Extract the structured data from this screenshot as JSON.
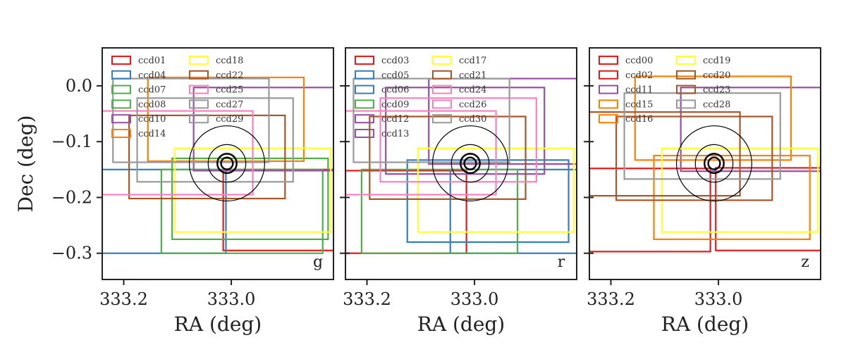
{
  "chart_data": [
    {
      "type": "rectangles",
      "band": "g",
      "xlabel": "RA (deg)",
      "ylabel": "Dec (deg)",
      "xlim": [
        333.24,
        332.81
      ],
      "ylim": [
        -0.347,
        0.068
      ],
      "xticks": [
        333.2,
        333.0
      ],
      "xtick_labels": [
        "333.2",
        "333.0"
      ],
      "yticks": [
        0.0,
        -0.1,
        -0.2,
        -0.3
      ],
      "ytick_labels": [
        "0.0",
        "−0.1",
        "−0.2",
        "−0.3"
      ],
      "legend_position": "top-left",
      "circles": {
        "center": [
          333.008,
          -0.139
        ],
        "radii": [
          0.011,
          0.018,
          0.035,
          0.07
        ]
      },
      "ccds": [
        {
          "name": "ccd01",
          "color": "#e41a1c",
          "x0": 333.015,
          "x1": 332.77,
          "y0": -0.295,
          "y1": -0.15
        },
        {
          "name": "ccd04",
          "color": "#377eb8",
          "x0": 333.24,
          "x1": 333.01,
          "y0": -0.3,
          "y1": -0.15
        },
        {
          "name": "ccd07",
          "color": "#4daf4a",
          "x0": 333.13,
          "x1": 332.83,
          "y0": -0.3,
          "y1": -0.15
        },
        {
          "name": "ccd08",
          "color": "#4daf4a",
          "x0": 333.11,
          "x1": 332.82,
          "y0": -0.275,
          "y1": -0.13
        },
        {
          "name": "ccd10",
          "color": "#984ea3",
          "x0": 333.07,
          "x1": 332.7,
          "y0": -0.152,
          "y1": -0.003
        },
        {
          "name": "ccd14",
          "color": "#ff7f00",
          "x0": 333.155,
          "x1": 332.865,
          "y0": -0.135,
          "y1": 0.015
        },
        {
          "name": "ccd18",
          "color": "#ffff33",
          "x0": 333.105,
          "x1": 332.815,
          "y0": -0.262,
          "y1": -0.112
        },
        {
          "name": "ccd22",
          "color": "#a65628",
          "x0": 333.19,
          "x1": 332.9,
          "y0": -0.202,
          "y1": -0.053
        },
        {
          "name": "ccd25",
          "color": "#f781bf",
          "x0": 333.24,
          "x1": 332.96,
          "y0": -0.195,
          "y1": -0.045
        },
        {
          "name": "ccd27",
          "color": "#999999",
          "x0": 333.175,
          "x1": 332.885,
          "y0": -0.172,
          "y1": -0.022
        },
        {
          "name": "ccd29",
          "color": "#999999",
          "x0": 333.22,
          "x1": 332.93,
          "y0": -0.137,
          "y1": 0.013
        }
      ]
    },
    {
      "type": "rectangles",
      "band": "r",
      "xlabel": "RA (deg)",
      "ylabel": "",
      "xlim": [
        333.24,
        332.81
      ],
      "ylim": [
        -0.347,
        0.068
      ],
      "xticks": [
        333.2,
        333.0
      ],
      "xtick_labels": [
        "333.2",
        "333.0"
      ],
      "legend_position": "top-left",
      "circles": {
        "center": [
          333.008,
          -0.139
        ],
        "radii": [
          0.011,
          0.018,
          0.035,
          0.07
        ]
      },
      "ccds": [
        {
          "name": "ccd03",
          "color": "#e41a1c",
          "x0": 333.24,
          "x1": 333.015,
          "y0": -0.3,
          "y1": -0.152
        },
        {
          "name": "ccd05",
          "color": "#377eb8",
          "x0": 333.045,
          "x1": 332.75,
          "y0": -0.3,
          "y1": -0.15
        },
        {
          "name": "ccd06",
          "color": "#377eb8",
          "x0": 333.125,
          "x1": 332.825,
          "y0": -0.28,
          "y1": -0.133
        },
        {
          "name": "ccd09",
          "color": "#4daf4a",
          "x0": 333.21,
          "x1": 332.92,
          "y0": -0.3,
          "y1": -0.15
        },
        {
          "name": "ccd12",
          "color": "#984ea3",
          "x0": 333.085,
          "x1": 332.79,
          "y0": -0.14,
          "y1": 0.013
        },
        {
          "name": "ccd13",
          "color": "#984ea3",
          "x0": 333.165,
          "x1": 332.87,
          "y0": -0.158,
          "y1": -0.003
        },
        {
          "name": "ccd17",
          "color": "#ffff33",
          "x0": 333.105,
          "x1": 332.815,
          "y0": -0.262,
          "y1": -0.112
        },
        {
          "name": "ccd21",
          "color": "#a65628",
          "x0": 333.195,
          "x1": 332.905,
          "y0": -0.203,
          "y1": -0.055
        },
        {
          "name": "ccd24",
          "color": "#f781bf",
          "x0": 333.175,
          "x1": 332.885,
          "y0": -0.172,
          "y1": -0.022
        },
        {
          "name": "ccd26",
          "color": "#f781bf",
          "x0": 333.24,
          "x1": 332.96,
          "y0": -0.195,
          "y1": -0.045
        },
        {
          "name": "ccd30",
          "color": "#999999",
          "x0": 333.225,
          "x1": 332.935,
          "y0": -0.137,
          "y1": 0.013
        }
      ]
    },
    {
      "type": "rectangles",
      "band": "z",
      "xlabel": "RA (deg)",
      "ylabel": "",
      "xlim": [
        333.24,
        332.81
      ],
      "ylim": [
        -0.347,
        0.068
      ],
      "xticks": [
        333.2,
        333.0
      ],
      "xtick_labels": [
        "333.2",
        "333.0"
      ],
      "legend_position": "top-left",
      "circles": {
        "center": [
          333.008,
          -0.139
        ],
        "radii": [
          0.011,
          0.018,
          0.035,
          0.07
        ]
      },
      "ccds": [
        {
          "name": "ccd00",
          "color": "#e41a1c",
          "x0": 333.24,
          "x1": 333.015,
          "y0": -0.297,
          "y1": -0.148
        },
        {
          "name": "ccd02",
          "color": "#e41a1c",
          "x0": 333.005,
          "x1": 332.75,
          "y0": -0.295,
          "y1": -0.147
        },
        {
          "name": "ccd11",
          "color": "#984ea3",
          "x0": 333.07,
          "x1": 332.7,
          "y0": -0.153,
          "y1": -0.003
        },
        {
          "name": "ccd15",
          "color": "#ff7f00",
          "x0": 333.155,
          "x1": 332.865,
          "y0": -0.133,
          "y1": 0.017
        },
        {
          "name": "ccd16",
          "color": "#ff7f00",
          "x0": 333.12,
          "x1": 332.83,
          "y0": -0.275,
          "y1": -0.125
        },
        {
          "name": "ccd19",
          "color": "#ffff33",
          "x0": 333.105,
          "x1": 332.815,
          "y0": -0.262,
          "y1": -0.112
        },
        {
          "name": "ccd20",
          "color": "#a65628",
          "x0": 333.24,
          "x1": 332.96,
          "y0": -0.197,
          "y1": -0.047
        },
        {
          "name": "ccd23",
          "color": "#a65628",
          "x0": 333.19,
          "x1": 332.9,
          "y0": -0.205,
          "y1": -0.055
        },
        {
          "name": "ccd28",
          "color": "#999999",
          "x0": 333.175,
          "x1": 332.885,
          "y0": -0.167,
          "y1": -0.013
        }
      ]
    }
  ]
}
